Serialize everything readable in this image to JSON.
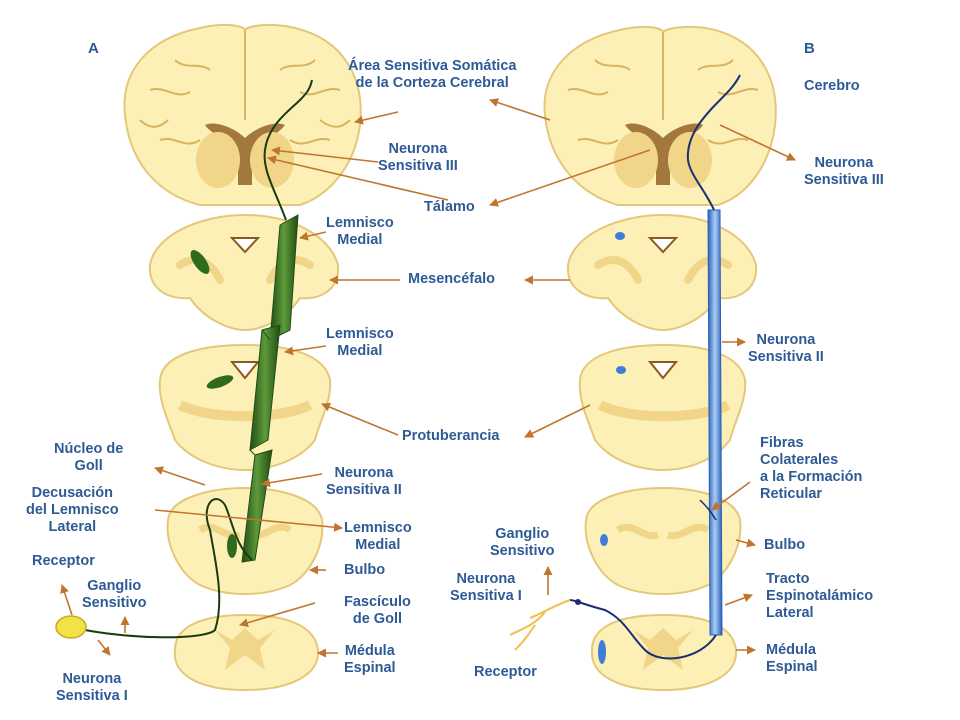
{
  "panels": {
    "a": "A",
    "b": "B"
  },
  "labels_a": {
    "area_sensitiva": [
      "Área Sensitiva Somática",
      "de la Corteza Cerebral"
    ],
    "neurona_iii": [
      "Neurona",
      "Sensitiva III"
    ],
    "talamo": [
      "Tálamo"
    ],
    "lemnisco_1": [
      "Lemnisco",
      "Medial"
    ],
    "mesencefalo": [
      "Mesencéfalo"
    ],
    "lemnisco_2": [
      "Lemnisco",
      "Medial"
    ],
    "protuberancia": [
      "Protuberancia"
    ],
    "nucleo_goll": [
      "Núcleo de",
      "Goll"
    ],
    "neurona_ii": [
      "Neurona",
      "Sensitiva II"
    ],
    "decusacion": [
      "Decusación",
      "del Lemnisco",
      "Lateral"
    ],
    "lemnisco_3": [
      "Lemnisco",
      "Medial"
    ],
    "receptor": [
      "Receptor"
    ],
    "bulbo": [
      "Bulbo"
    ],
    "ganglio": [
      "Ganglio",
      "Sensitivo"
    ],
    "fasciculo": [
      "Fascículo",
      "de Goll"
    ],
    "medula": [
      "Médula",
      "Espinal"
    ],
    "neurona_i": [
      "Neurona",
      "Sensitiva I"
    ]
  },
  "labels_b": {
    "cerebro": [
      "Cerebro"
    ],
    "neurona_iii": [
      "Neurona",
      "Sensitiva III"
    ],
    "neurona_ii": [
      "Neurona",
      "Sensitiva II"
    ],
    "fibras": [
      "Fibras",
      "Colaterales",
      "a la Formación",
      "Reticular"
    ],
    "ganglio": [
      "Ganglio",
      "Sensitivo"
    ],
    "bulbo": [
      "Bulbo"
    ],
    "neurona_i": [
      "Neurona",
      "Sensitiva I"
    ],
    "tracto": [
      "Tracto",
      "Espinotalámico",
      "Lateral"
    ],
    "receptor": [
      "Receptor"
    ],
    "medula": [
      "Médula",
      "Espinal"
    ]
  },
  "colors": {
    "text": "#2e5a95",
    "arrow": "#c0752e",
    "tissue": "#fdf0b6",
    "tissue_edge": "#e4c779",
    "grey_matter": "#f1d68a",
    "tract_green": "#2f6a1f",
    "tract_blue": "#3f7ed6"
  }
}
